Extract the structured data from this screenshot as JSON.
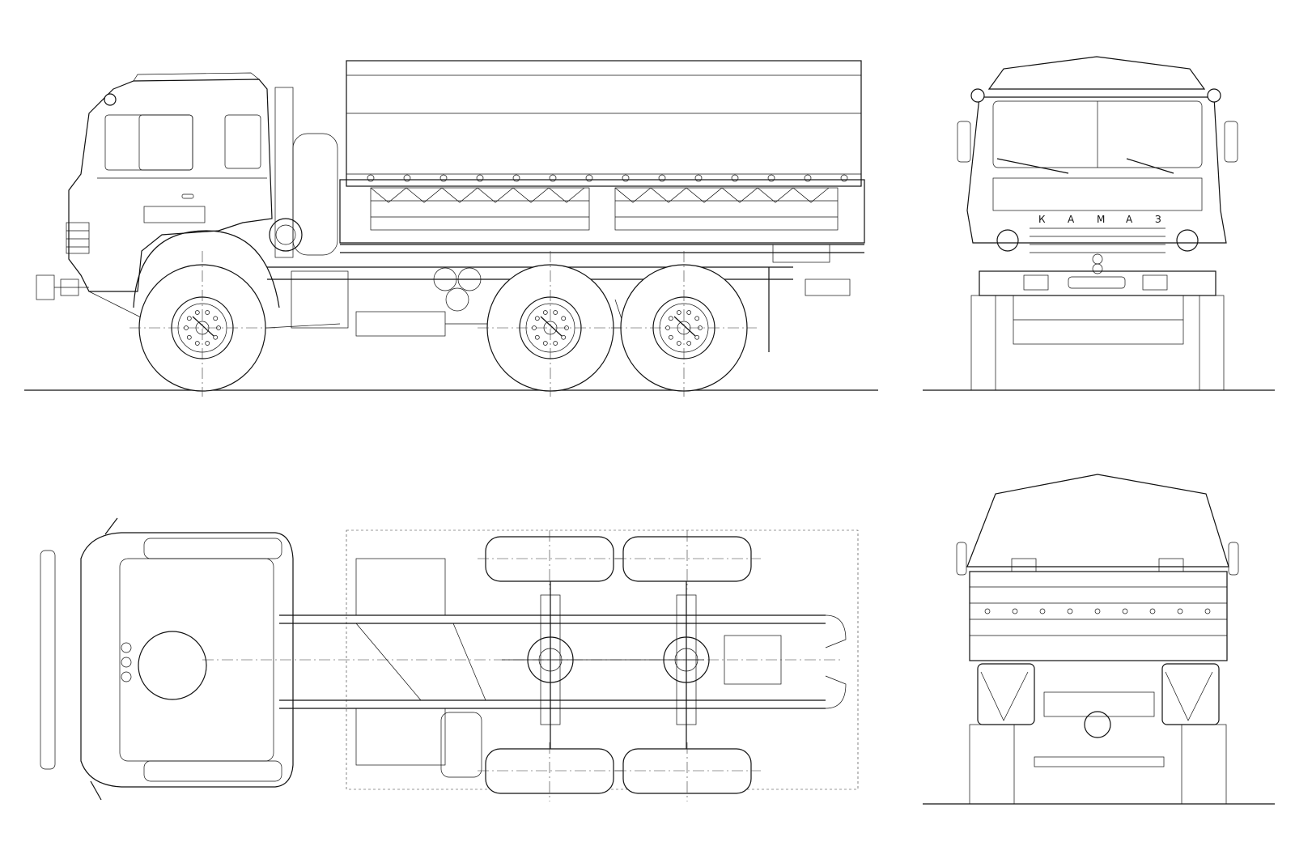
{
  "drawing": {
    "views": [
      {
        "id": "side-view"
      },
      {
        "id": "front-view",
        "grille_lettering": [
          "К",
          "А",
          "М",
          "А",
          "З"
        ]
      },
      {
        "id": "top-view"
      },
      {
        "id": "rear-view"
      }
    ]
  }
}
